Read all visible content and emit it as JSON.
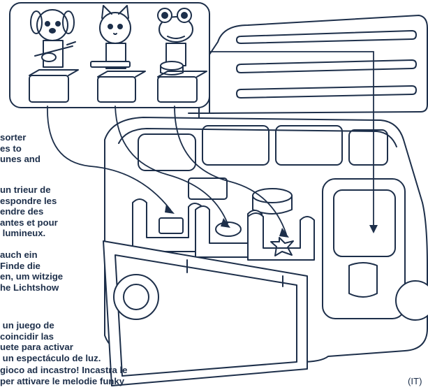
{
  "text": {
    "en": "sorter\nes to\nunes and",
    "fr": "un trieur de\nespondre les\nendre des\nantes et pour\n lumineux.",
    "de": "auch ein\nFinde die\nen, um witzige\nhe Lichtshow",
    "es": " un juego de\ncoincidir las\nuete para activar\n un espectáculo de luz.",
    "it": "gioco ad incastro! Incastra le\nper attivare le melodie funky",
    "lang_tag": "(IT)"
  },
  "colors": {
    "line": "#1d2f4a",
    "accent": "#3aa7c9",
    "fill": "#ffffff"
  },
  "icons": {
    "characters": [
      "dog-guitarist-icon",
      "cat-keyboardist-icon",
      "frog-drummer-icon"
    ]
  }
}
